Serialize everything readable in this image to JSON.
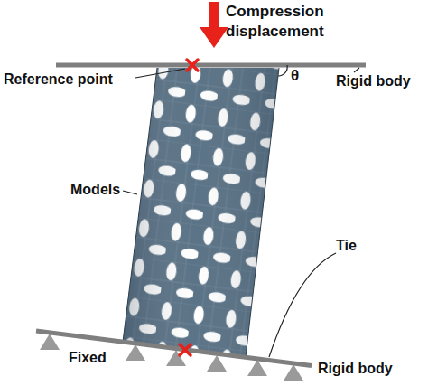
{
  "diagram": {
    "labels": [
      "Compression displacement",
      "Reference point",
      "θ",
      "Rigid body",
      "Models",
      "Tie",
      "Fixed",
      "Rigid body"
    ]
  }
}
